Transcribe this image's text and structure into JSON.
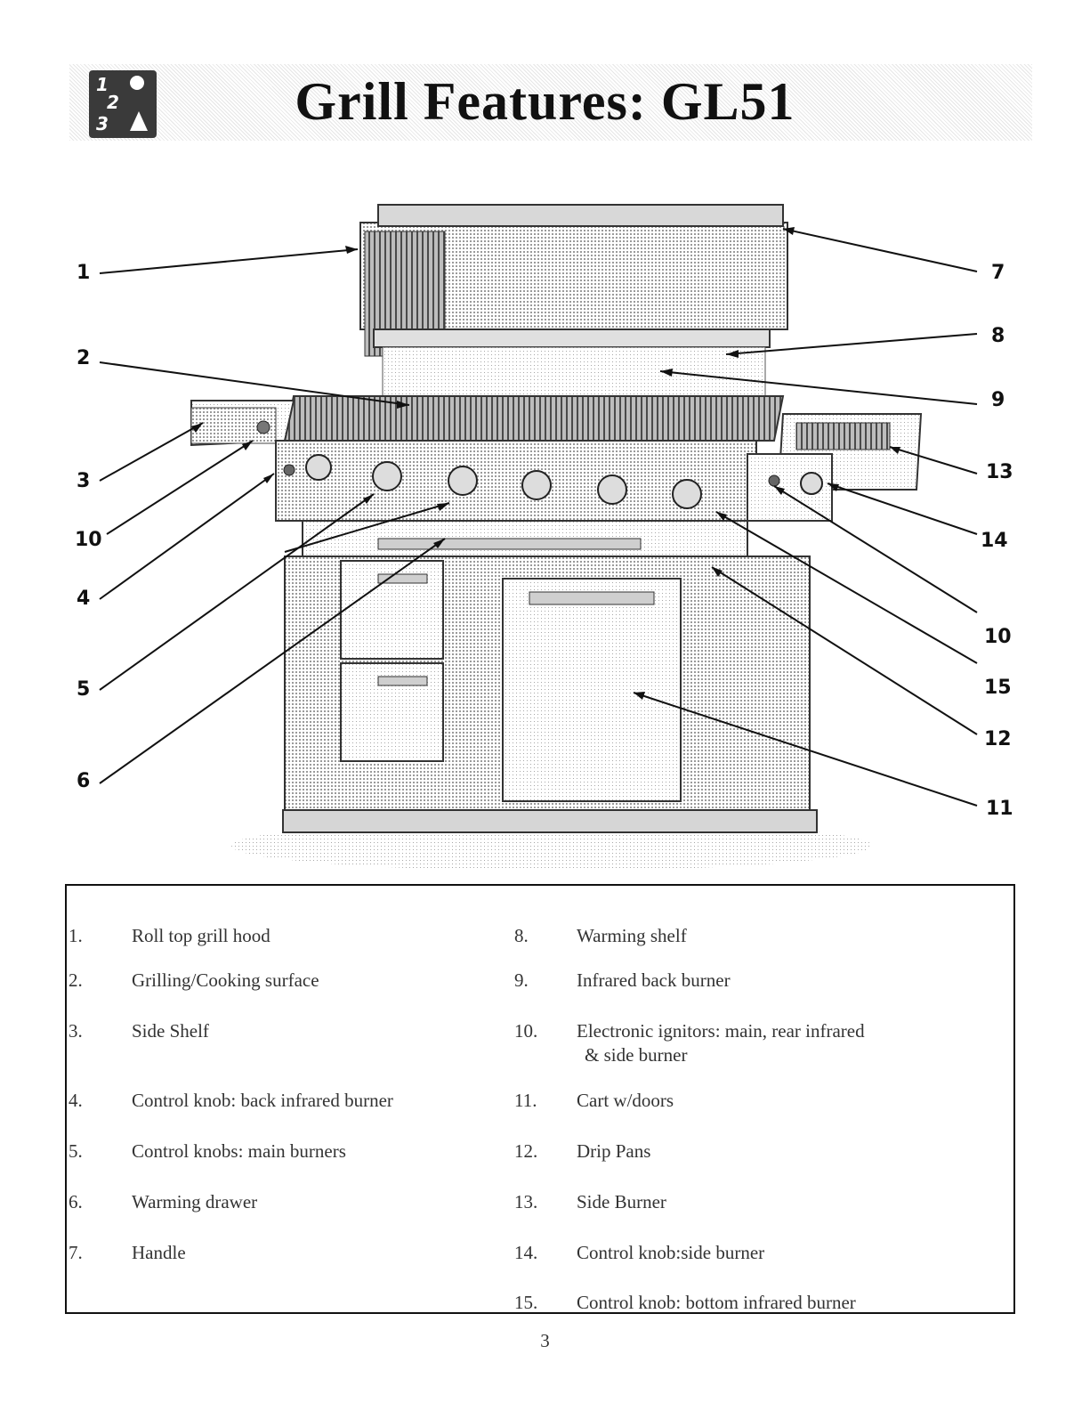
{
  "header": {
    "logo_text": [
      "1",
      "2",
      "3"
    ],
    "title": "Grill Features: GL51"
  },
  "figure": {
    "callouts": [
      "1",
      "2",
      "3",
      "10",
      "4",
      "5",
      "6",
      "7",
      "8",
      "9",
      "13",
      "14",
      "10",
      "15",
      "12",
      "11"
    ]
  },
  "parts": {
    "left": [
      {
        "num": "1.",
        "label": "Roll top grill hood"
      },
      {
        "num": "2.",
        "label": "Grilling/Cooking surface"
      },
      {
        "num": "3.",
        "label": "Side Shelf"
      },
      {
        "num": "4.",
        "label": "Control knob: back infrared burner"
      },
      {
        "num": "5.",
        "label": "Control knobs: main burners"
      },
      {
        "num": "6.",
        "label": "Warming drawer"
      },
      {
        "num": "7.",
        "label": "Handle"
      }
    ],
    "right": [
      {
        "num": "8.",
        "label": "Warming shelf"
      },
      {
        "num": "9.",
        "label": "Infrared back burner"
      },
      {
        "num": "10.",
        "label": "Electronic ignitors: main, rear infrared",
        "label2": "& side burner"
      },
      {
        "num": "11.",
        "label": "Cart w/doors"
      },
      {
        "num": "12.",
        "label": "Drip Pans"
      },
      {
        "num": "13.",
        "label": "Side Burner"
      },
      {
        "num": "14.",
        "label": "Control knob:side burner"
      },
      {
        "num": "15.",
        "label": "Control knob: bottom infrared burner"
      }
    ]
  },
  "page_number": "3"
}
